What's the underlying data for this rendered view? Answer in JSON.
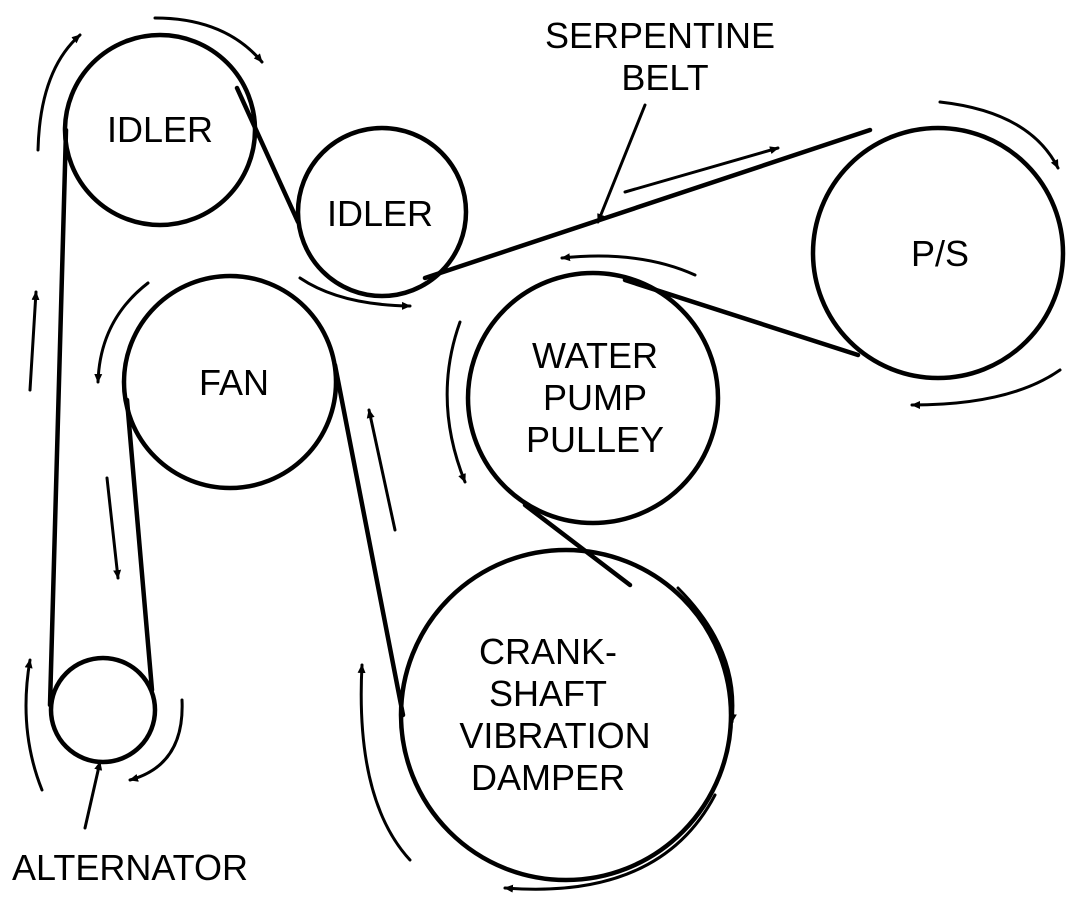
{
  "title": "SERPENTINE BELT",
  "title_lines": [
    "SERPENTINE",
    "BELT"
  ],
  "colors": {
    "ink": "#000000",
    "background": "#ffffff"
  },
  "pulleys": [
    {
      "id": "idler-upper",
      "lines": [
        "IDLER"
      ]
    },
    {
      "id": "idler-lower",
      "lines": [
        "IDLER"
      ]
    },
    {
      "id": "power-steering",
      "lines": [
        "P/S"
      ]
    },
    {
      "id": "fan",
      "lines": [
        "FAN"
      ]
    },
    {
      "id": "water-pump",
      "lines": [
        "WATER",
        "PUMP",
        "PULLEY"
      ]
    },
    {
      "id": "crankshaft",
      "lines": [
        "CRANK-",
        "SHAFT",
        "VIBRATION",
        "DAMPER"
      ]
    },
    {
      "id": "alternator",
      "lines": []
    }
  ],
  "callouts": {
    "alternator": "ALTERNATOR"
  }
}
